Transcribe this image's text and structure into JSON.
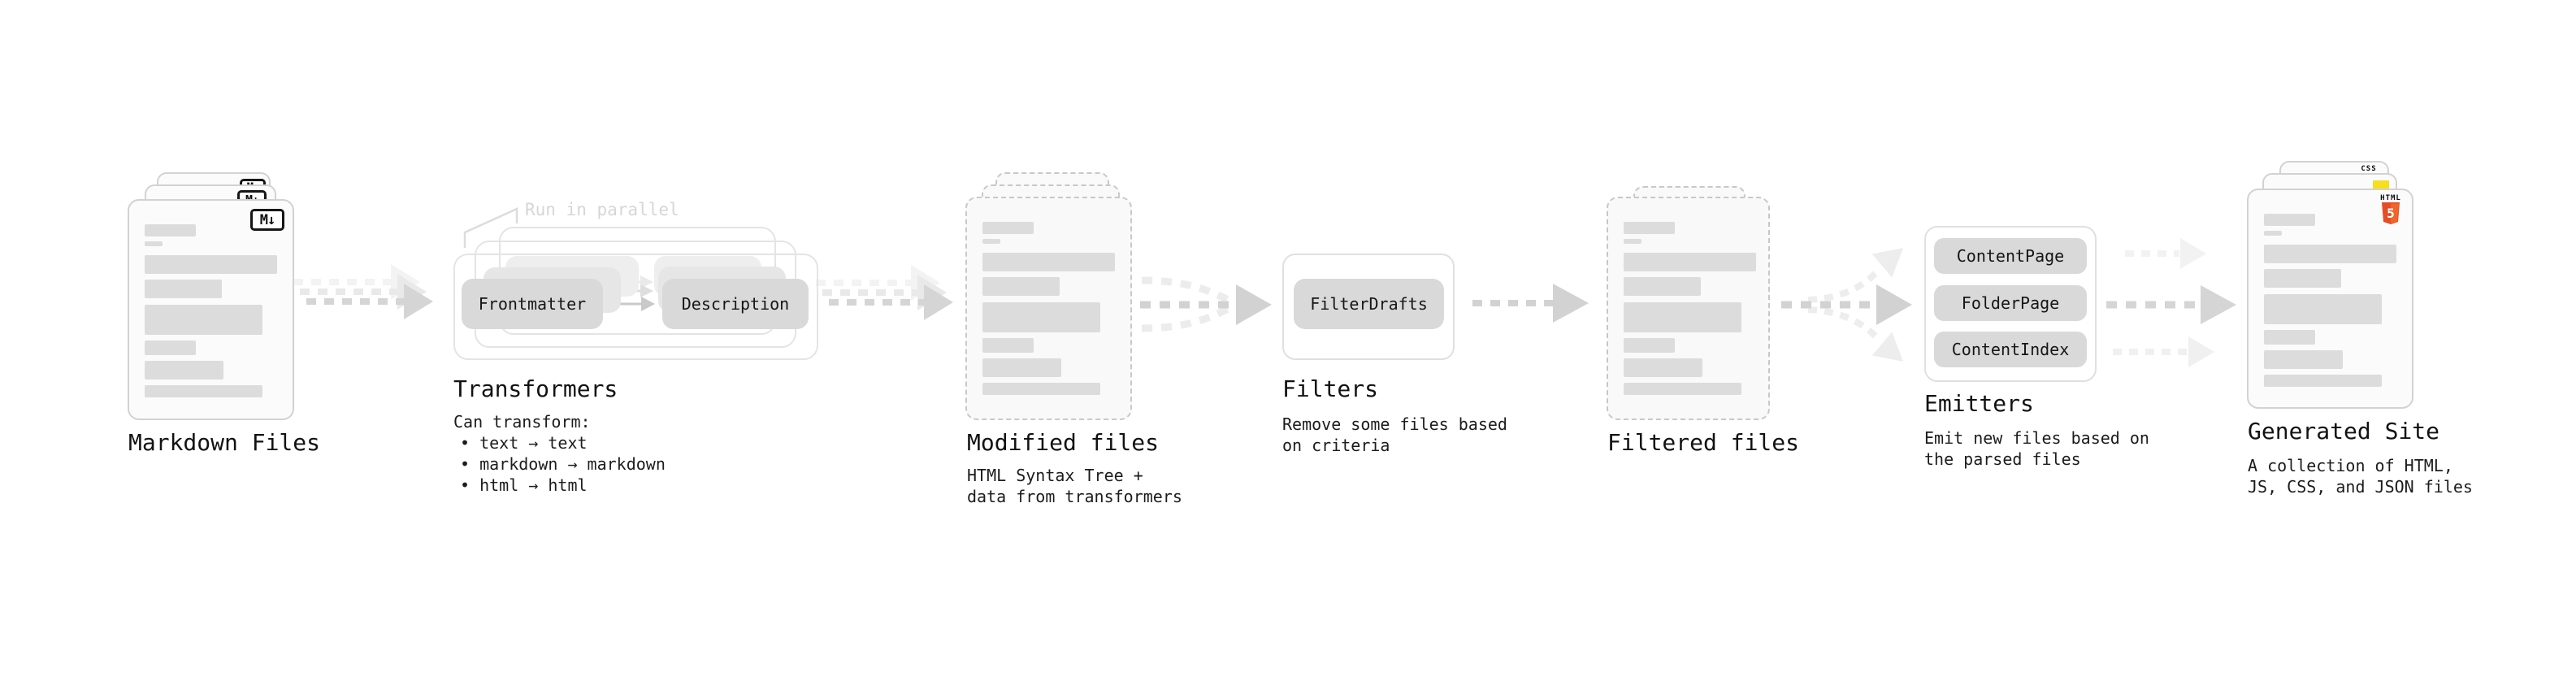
{
  "stages": {
    "markdown": {
      "title": "Markdown Files",
      "badge": "M↓"
    },
    "transformers": {
      "title": "Transformers",
      "note": "Run in parallel",
      "chip_left": "Frontmatter",
      "chip_right": "Description",
      "desc_heading": "Can transform:",
      "bullets": [
        "• text → text",
        "• markdown → markdown",
        "• html → html"
      ]
    },
    "modified": {
      "title": "Modified files",
      "subtitle": "HTML Syntax Tree +\ndata from transformers"
    },
    "filters": {
      "title": "Filters",
      "subtitle": "Remove some files based\non criteria",
      "chip": "FilterDrafts"
    },
    "filtered": {
      "title": "Filtered files"
    },
    "emitters": {
      "title": "Emitters",
      "subtitle": "Emit new files based on\nthe parsed files",
      "chips": [
        "ContentPage",
        "FolderPage",
        "ContentIndex"
      ]
    },
    "generated": {
      "title": "Generated Site",
      "subtitle": "A collection of HTML,\nJS, CSS, and JSON files",
      "css_label": "CSS",
      "html_label": "HTML",
      "html_number": "5"
    }
  },
  "colors": {
    "chip_gray": "#d9d9d9",
    "arrow_gray": "#d4d4d4",
    "html5_orange": "#e44d26",
    "html5_orange_light": "#f16529",
    "js_yellow": "#f7df1e",
    "css_blue": "#2d6ae3"
  }
}
